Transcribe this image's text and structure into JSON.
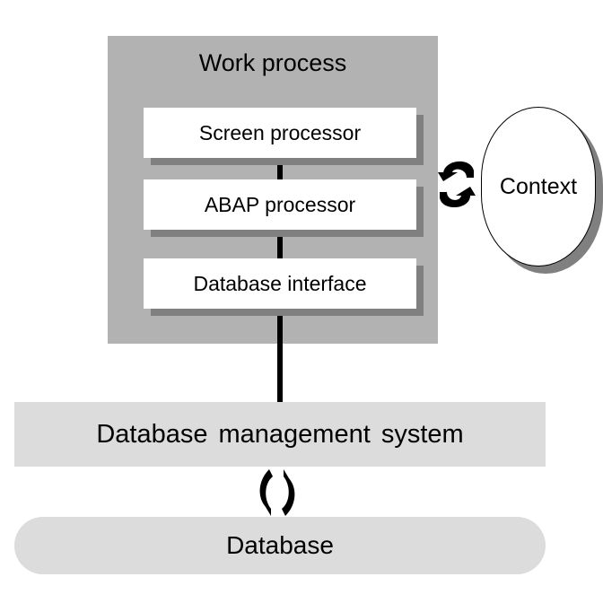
{
  "diagram": {
    "work_process": {
      "title": "Work process",
      "components": [
        {
          "label": "Screen processor"
        },
        {
          "label": "ABAP processor"
        },
        {
          "label": "Database interface"
        }
      ]
    },
    "context": {
      "label": "Context"
    },
    "dbms": {
      "label": "Database management system"
    },
    "database": {
      "label": "Database"
    },
    "colors": {
      "work_process_bg": "#b2b2b2",
      "shadow": "#808080",
      "dbms_bg": "#dcdcdc",
      "database_bg": "#dcdcdc",
      "box_bg": "#ffffff",
      "connector": "#000000"
    }
  }
}
